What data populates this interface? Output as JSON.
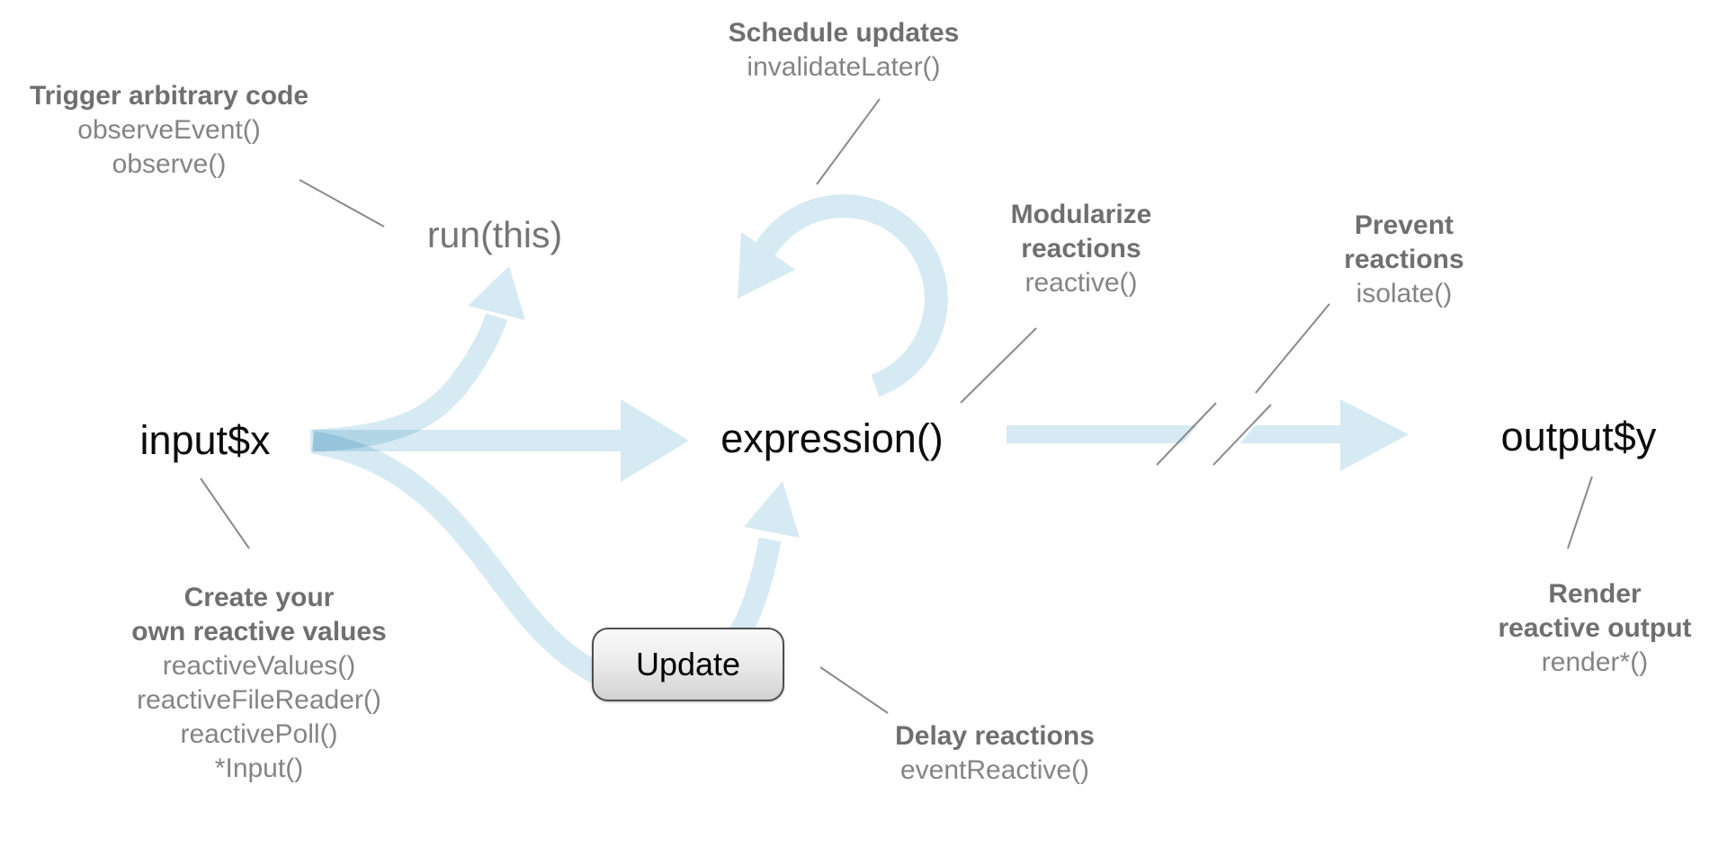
{
  "diagram": {
    "nodes": {
      "input": "input$x",
      "expression": "expression()",
      "output": "output$y",
      "run_this": "run(this)",
      "update_button": "Update"
    },
    "annotations": {
      "trigger": {
        "title_lines": [
          "Trigger arbitrary code"
        ],
        "func_lines": [
          "observeEvent()",
          "observe()"
        ]
      },
      "schedule": {
        "title_lines": [
          "Schedule updates"
        ],
        "func_lines": [
          "invalidateLater()"
        ]
      },
      "modularize": {
        "title_lines": [
          "Modularize",
          "reactions"
        ],
        "func_lines": [
          "reactive()"
        ]
      },
      "prevent": {
        "title_lines": [
          "Prevent",
          "reactions"
        ],
        "func_lines": [
          "isolate()"
        ]
      },
      "create": {
        "title_lines": [
          "Create your",
          "own reactive values"
        ],
        "func_lines": [
          "reactiveValues()",
          "reactiveFileReader()",
          "reactivePoll()",
          "*Input()"
        ]
      },
      "delay": {
        "title_lines": [
          "Delay reactions"
        ],
        "func_lines": [
          "eventReactive()"
        ]
      },
      "render": {
        "title_lines": [
          "Render",
          "reactive output"
        ],
        "func_lines": [
          "render*()"
        ]
      }
    },
    "colors": {
      "arrow": "#D6EAF3",
      "leader": "#8a8a8a",
      "title_gray": "#6f6f6f",
      "func_gray": "#848484",
      "black": "#0b0b0b"
    }
  }
}
